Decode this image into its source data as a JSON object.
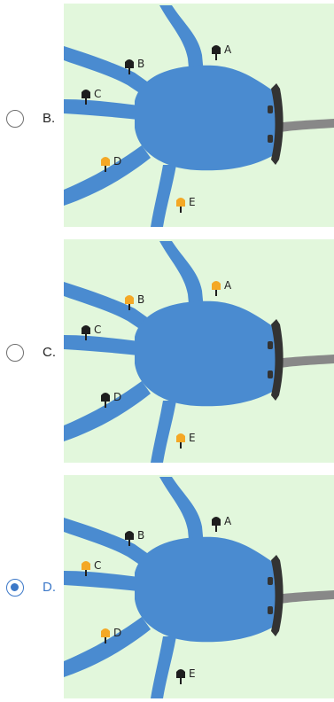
{
  "options": [
    {
      "letter": "B.",
      "selected": false,
      "markers": {
        "A": "black",
        "B": "black",
        "C": "black",
        "D": "orange",
        "E": "orange"
      }
    },
    {
      "letter": "C.",
      "selected": false,
      "markers": {
        "A": "orange",
        "B": "orange",
        "C": "black",
        "D": "black",
        "E": "orange"
      }
    },
    {
      "letter": "D.",
      "selected": true,
      "markers": {
        "A": "black",
        "B": "black",
        "C": "orange",
        "D": "orange",
        "E": "black"
      }
    }
  ],
  "marker_labels": {
    "A": "A",
    "B": "B",
    "C": "C",
    "D": "D",
    "E": "E"
  },
  "colors": {
    "map_bg": "#e2f7dc",
    "water": "#4a8bd0",
    "road": "#888888",
    "wall": "#333333",
    "black": "#1e1e1e",
    "orange": "#f4a825",
    "radio_selected": "#3c78c8"
  }
}
